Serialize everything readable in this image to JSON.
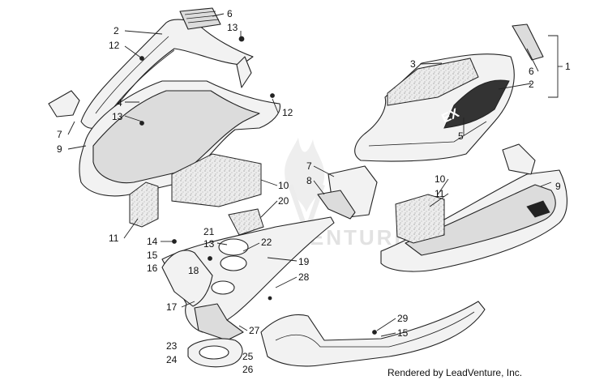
{
  "watermark": {
    "text": "ADVENTURE",
    "color": "#e4e4e4"
  },
  "credit": "Rendered by LeadVenture, Inc.",
  "callouts": [
    "6",
    "13",
    "2",
    "12",
    "4",
    "13",
    "7",
    "9",
    "12",
    "3",
    "1",
    "6",
    "2",
    "5",
    "7",
    "8",
    "10",
    "20",
    "10",
    "11",
    "9",
    "11",
    "21",
    "13",
    "14",
    "15",
    "16",
    "18",
    "22",
    "19",
    "17",
    "28",
    "23",
    "24",
    "25",
    "26",
    "27",
    "29",
    "15"
  ],
  "colors": {
    "line": "#222222",
    "part_fill": "#f2f2f2",
    "shade": "#dcdcdc"
  }
}
